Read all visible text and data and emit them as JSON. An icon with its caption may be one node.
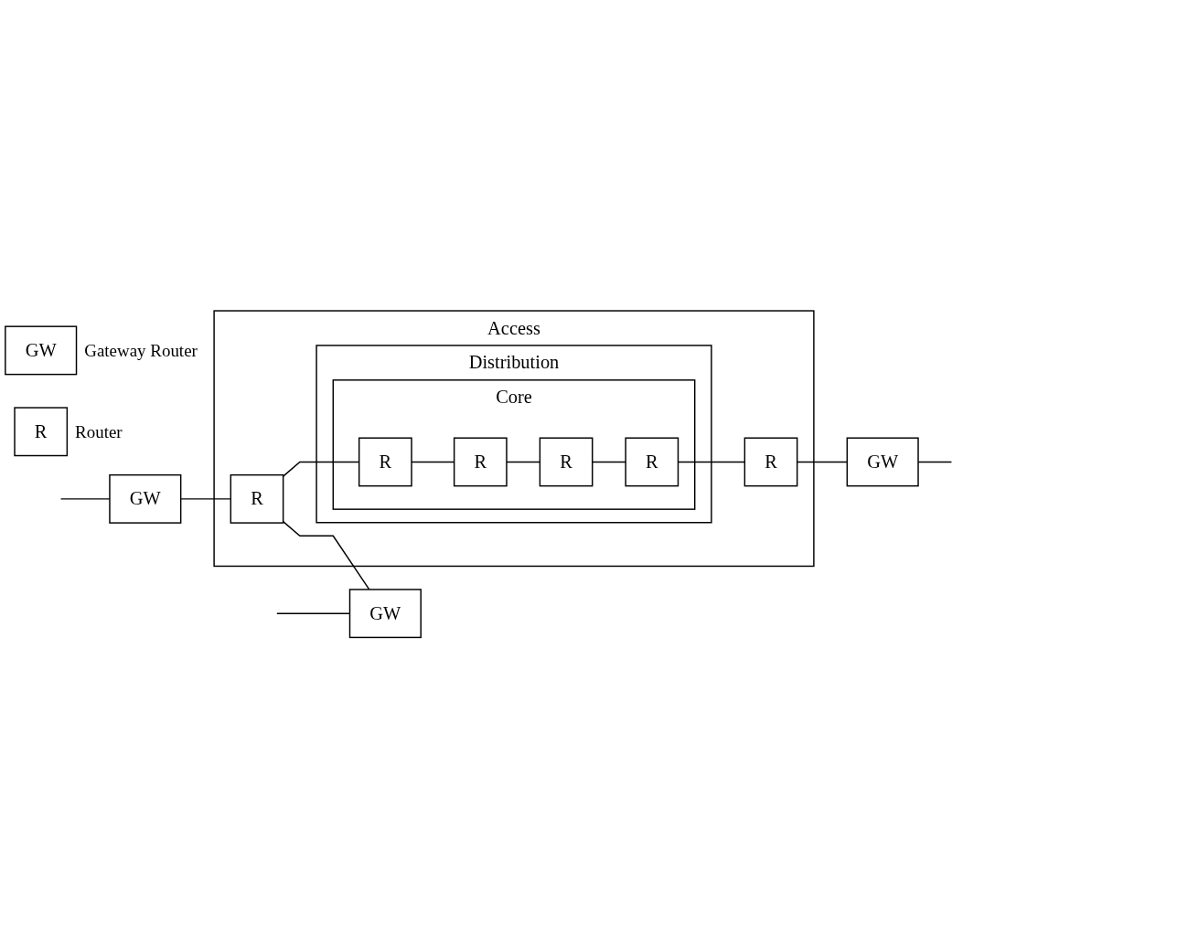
{
  "diagram": {
    "nodes": [
      {
        "text": [
          "Access"
        ]
      },
      {
        "text": [
          "Distribution"
        ],
        "in": 0
      },
      {
        "text": [
          "Core"
        ],
        "in": 1
      },
      {
        "text": [
          "R"
        ],
        "in": 2
      },
      {
        "text": [
          "R"
        ],
        "in": 2
      },
      {
        "text": [
          "GW"
        ]
      },
      {
        "text": [
          "GW"
        ]
      },
      {
        "text": [
          "R"
        ],
        "in": 2
      },
      {
        "text": [
          "R"
        ],
        "in": 2
      },
      {
        "text": [
          "R"
        ],
        "in": 0
      },
      {
        "text": [
          "R"
        ],
        "in": 0
      },
      {
        "text": [
          "GW"
        ]
      },
      {
        "text": [
          "GW"
        ],
        "beside": [
          "Gateway Router"
        ]
      },
      {
        "text": [
          "R"
        ],
        "beside": [
          "Router"
        ]
      }
    ],
    "edges": [
      {
        "from": null,
        "to": 5,
        "arrow": "none"
      },
      {
        "from": 5,
        "to": 9,
        "arrow": "none"
      },
      {
        "from": 9,
        "to": 7,
        "arrow": "none"
      },
      {
        "from": 7,
        "to": 3,
        "arrow": "none"
      },
      {
        "from": 3,
        "to": 8,
        "arrow": "none"
      },
      {
        "from": 8,
        "to": 4,
        "arrow": "none"
      },
      {
        "from": 4,
        "to": 10,
        "arrow": "none"
      },
      {
        "from": 10,
        "to": 6,
        "arrow": "none"
      },
      {
        "from": 6,
        "to": null,
        "arrow": "none"
      },
      {
        "from": 9,
        "to": 11,
        "arrow": "none"
      },
      {
        "from": null,
        "to": 11,
        "arrow": "none"
      }
    ]
  }
}
